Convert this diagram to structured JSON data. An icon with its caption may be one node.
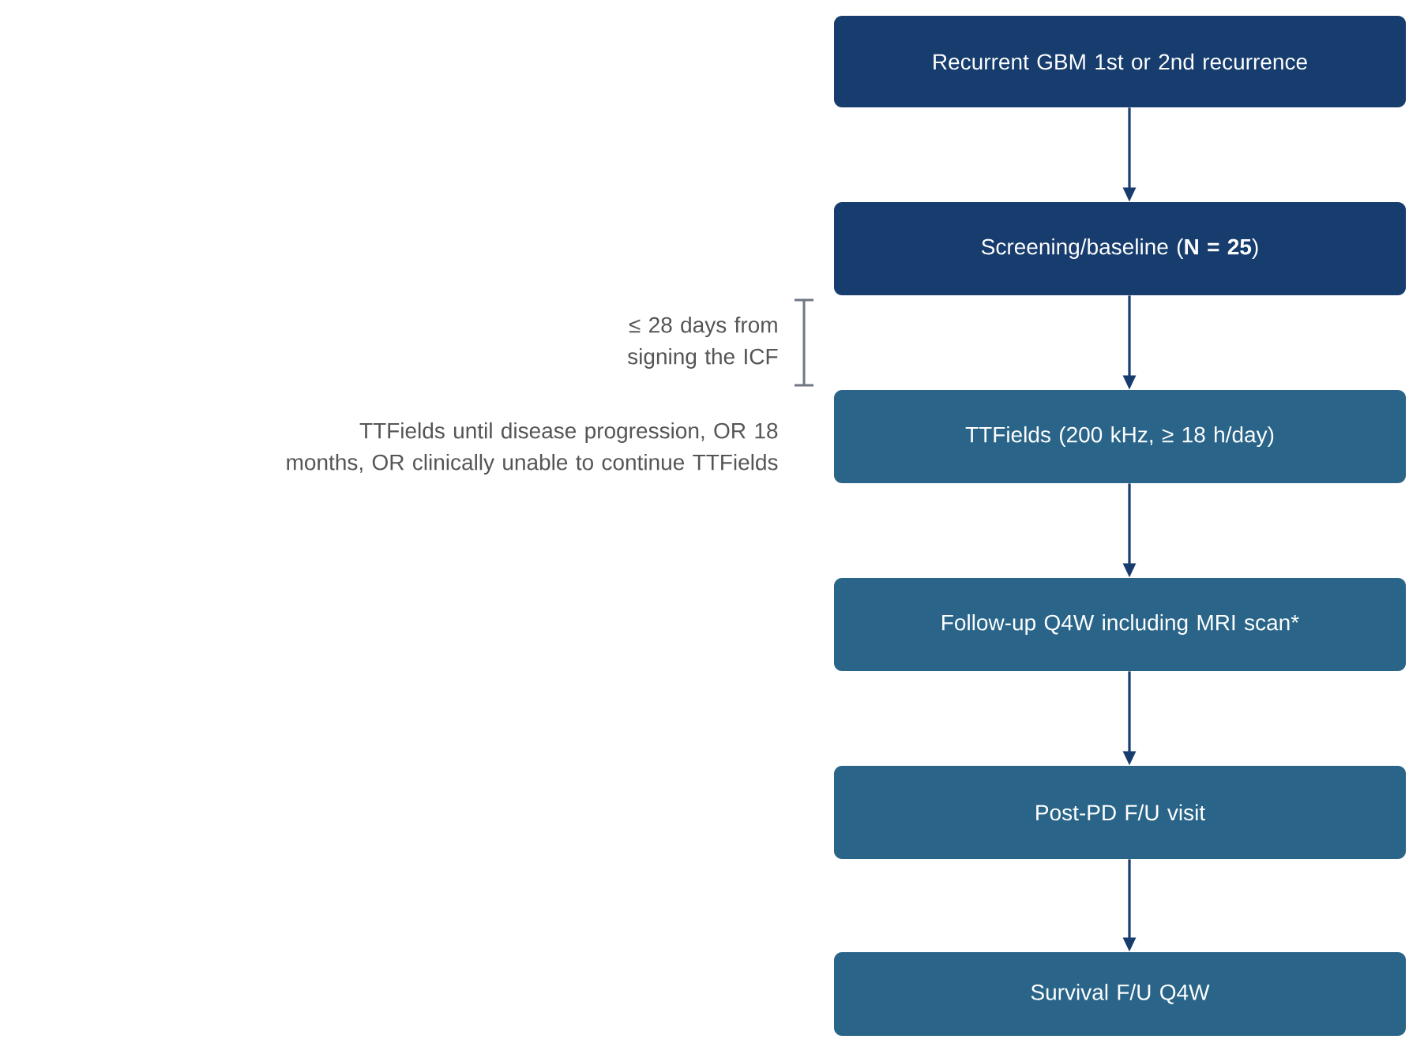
{
  "diagram": {
    "nodes": [
      {
        "text": [
          "Recurrent GBM 1st or 2nd recurrence"
        ]
      },
      {
        "text": [
          "Screening/baseline (**N = 25**)"
        ]
      },
      {
        "text": [
          "TTFields (200 kHz, ≥ 18 h/day)"
        ]
      },
      {
        "text": [
          "Follow-up Q4W including MRI scan*"
        ]
      },
      {
        "text": [
          "Post-PD F/U visit"
        ]
      },
      {
        "text": [
          "Survival F/U Q4W"
        ]
      }
    ],
    "edges": [
      {
        "from": 0,
        "to": 1,
        "arrow": "to"
      },
      {
        "from": 1,
        "to": 2,
        "arrow": "to"
      },
      {
        "from": 2,
        "to": 3,
        "arrow": "to"
      },
      {
        "from": 3,
        "to": 4,
        "arrow": "to"
      },
      {
        "from": 4,
        "to": 5,
        "arrow": "to"
      }
    ],
    "labels": [
      "≤ 28 days from signing the ICF",
      "TTFields until disease progression, OR 18 months, OR clinically unable to continue TTFields"
    ]
  }
}
